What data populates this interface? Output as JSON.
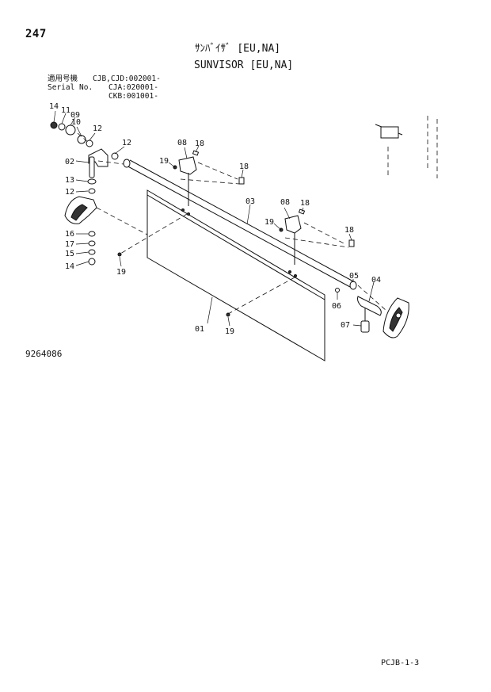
{
  "page": {
    "number": "247",
    "drawing_no": "9264086",
    "footer_ref": "PCJB-1-3"
  },
  "title": {
    "jp": "ｻﾝﾊﾞｲｻﾞ [EU,NA]",
    "en": "SUNVISOR [EU,NA]"
  },
  "serial": {
    "label_jp": "適用号機",
    "label_en": "Serial No.",
    "line1": "CJB,CJD:002001-",
    "line2": "CJA:020001-",
    "line3": "CKB:001001-"
  },
  "callouts": {
    "c14a": "14",
    "c11": "11",
    "c09": "09",
    "c10": "10",
    "c12a": "12",
    "c12b": "12",
    "c02": "02",
    "c13": "13",
    "c12c": "12",
    "c16": "16",
    "c17": "17",
    "c15": "15",
    "c14b": "14",
    "c19a": "19",
    "c08a": "08",
    "c18a": "18",
    "c19b": "19",
    "c18b": "18",
    "c03": "03",
    "c08b": "08",
    "c18c": "18",
    "c19c": "19",
    "c18d": "18",
    "c05": "05",
    "c04": "04",
    "c06": "06",
    "c07": "07",
    "c01": "01",
    "c19d": "19"
  }
}
